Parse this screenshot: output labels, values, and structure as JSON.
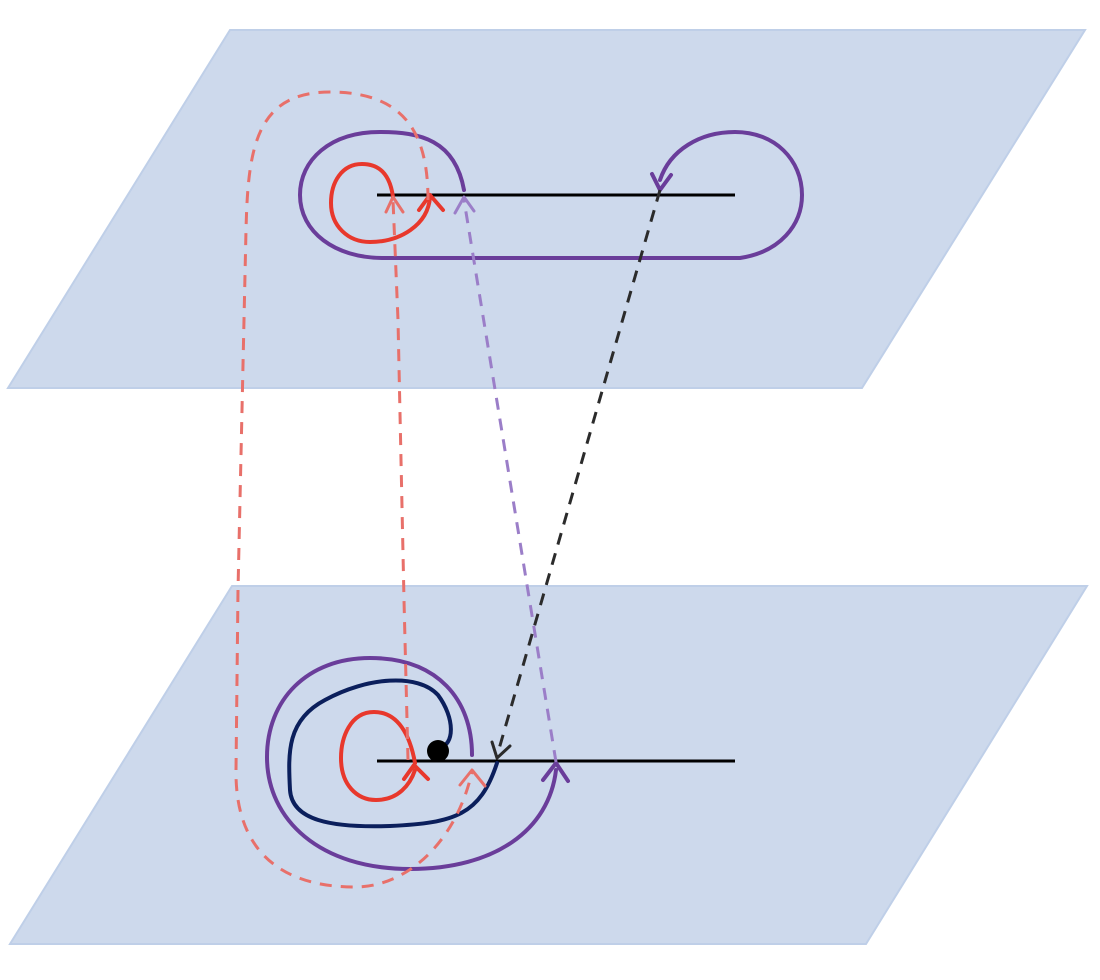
{
  "colors": {
    "background": "#ffffff",
    "sheet_fill": "#cdd9ec",
    "sheet_edge": "#bfcfe8",
    "branch_cut": "#000000",
    "red_loop": "#e8382c",
    "red_dashed": "#e8706a",
    "purple_loop": "#6a3d9a",
    "purple_dashed": "#9b7ec8",
    "navy_spiral": "#0b1f5c",
    "black_dashed": "#2b2b2b",
    "branch_point": "#000000"
  },
  "sheets": [
    {
      "id": "upper-sheet",
      "contents": [
        "branch-cut",
        "red-loop",
        "purple-loop"
      ]
    },
    {
      "id": "lower-sheet",
      "contents": [
        "branch-cut",
        "red-loop",
        "purple-loop",
        "navy-spiral",
        "branch-point"
      ]
    }
  ],
  "connections": [
    {
      "from": "lower-sheet",
      "to": "upper-sheet",
      "color": "red",
      "style": "dashed",
      "count": 2
    },
    {
      "from": "lower-sheet",
      "to": "upper-sheet",
      "color": "purple",
      "style": "dashed",
      "count": 1
    },
    {
      "from": "upper-sheet",
      "to": "lower-sheet",
      "color": "black",
      "style": "dashed",
      "count": 1
    }
  ]
}
